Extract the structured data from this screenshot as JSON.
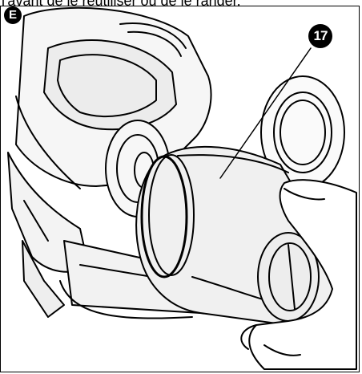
{
  "caption": "l'avant de le réutiliser ou de le ranger.",
  "step_letter": "E",
  "callout_number": "17"
}
